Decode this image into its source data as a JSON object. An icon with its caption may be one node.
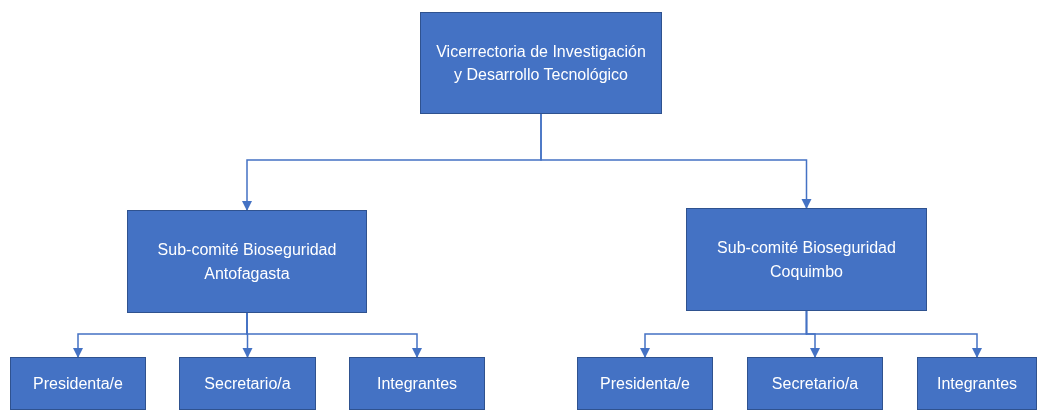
{
  "diagram": {
    "nodes": [
      {
        "text": [
          "Vicerrectoria de Investigación y Desarrollo Tecnológico"
        ]
      },
      {
        "text": [
          "Sub-comité Bioseguridad Antofagasta"
        ]
      },
      {
        "text": [
          "Sub-comité Bioseguridad Coquimbo"
        ]
      },
      {
        "text": [
          "Presidenta/e"
        ]
      },
      {
        "text": [
          "Secretario/a"
        ]
      },
      {
        "text": [
          "Integrantes"
        ]
      },
      {
        "text": [
          "Presidenta/e"
        ]
      },
      {
        "text": [
          "Secretario/a"
        ]
      },
      {
        "text": [
          "Integrantes"
        ]
      }
    ],
    "edges": [
      {
        "from": 0,
        "to": 1,
        "arrow": "to"
      },
      {
        "from": 0,
        "to": 2,
        "arrow": "to"
      },
      {
        "from": 1,
        "to": 3,
        "arrow": "to"
      },
      {
        "from": 1,
        "to": 4,
        "arrow": "to"
      },
      {
        "from": 1,
        "to": 5,
        "arrow": "to"
      },
      {
        "from": 2,
        "to": 6,
        "arrow": "to"
      },
      {
        "from": 2,
        "to": 7,
        "arrow": "to"
      },
      {
        "from": 2,
        "to": 8,
        "arrow": "to"
      }
    ]
  }
}
